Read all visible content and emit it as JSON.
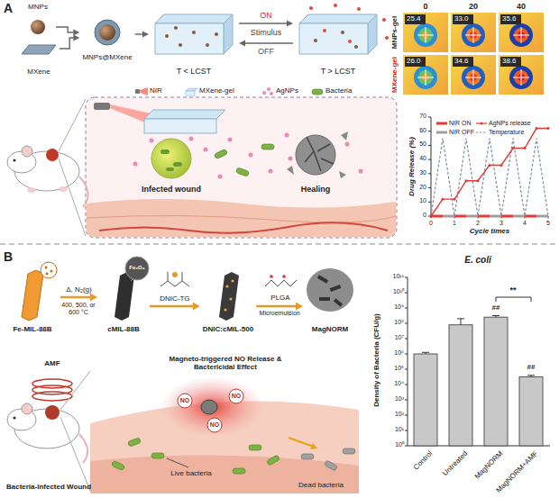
{
  "diagram": {
    "nodes": [
      {
        "text": [
          "MNPs"
        ]
      },
      {
        "text": [
          "MXene"
        ]
      },
      {
        "text": [
          "MNPs@MXene"
        ]
      },
      {
        "text": [
          "T < LCST"
        ]
      },
      {
        "text": [
          "T > LCST"
        ]
      },
      {
        "text": [
          "Fe-MIL-88B"
        ]
      },
      {
        "text": [
          "cMIL-88B"
        ]
      },
      {
        "text": [
          "DNIC:cMIL-500"
        ]
      },
      {
        "text": [
          "MagNORM"
        ]
      }
    ],
    "edges": [
      {
        "from": 0,
        "to": 2,
        "arrow": "to"
      },
      {
        "from": 1,
        "to": 2,
        "arrow": "to"
      },
      {
        "from": 2,
        "to": 3,
        "arrow": "to"
      },
      {
        "from": 3,
        "to": 4,
        "label": "ON",
        "arrow": "to"
      },
      {
        "from": 4,
        "to": 3,
        "label": "OFF",
        "arrow": "to"
      },
      {
        "from": 5,
        "to": 6,
        "label": "Δ, N₂(g)",
        "arrow": "to"
      },
      {
        "from": 6,
        "to": 7,
        "label": "DNIC-TG",
        "arrow": "to"
      },
      {
        "from": 7,
        "to": 8,
        "label": "Microemulsion",
        "arrow": "to"
      }
    ],
    "labels": [
      "A",
      "Stimulus",
      "0",
      "20",
      "40",
      "MNPs-gel",
      "MXene-gel",
      "25.4",
      "33.0",
      "35.6",
      "26.0",
      "34.6",
      "38.6",
      "Infected wound",
      "Healing",
      "Drug Release (%)",
      "Cycle times",
      "0",
      "10",
      "20",
      "30",
      "40",
      "50",
      "60",
      "70",
      "0",
      "1",
      "2",
      "3",
      "4",
      "5",
      "B",
      "400, 500, or 600 °C",
      "Fe₃O₄",
      "PLGA",
      "AMF",
      "Magneto-triggered NO Release & Bactericidal Effect",
      "NO",
      "NO",
      "NO",
      "Live bacteria",
      "Dead bacteria",
      "Bacteria-Infected Wound",
      "E. coli",
      "Density of Bacteria (CFU/g)",
      "10⁰",
      "10¹",
      "10²",
      "10³",
      "10⁴",
      "10⁵",
      "10⁶",
      "10⁷",
      "10⁸",
      "10⁹",
      "10¹⁰",
      "10¹¹",
      "Control",
      "Untreated",
      "MagNORM",
      "MagNORM+AMF",
      "##",
      "##",
      "**"
    ],
    "legend": [
      {
        "text": "NIR"
      },
      {
        "text": "MXene-gel"
      },
      {
        "text": "AgNPs"
      },
      {
        "text": "Bacteria"
      },
      {
        "text": "NIR ON"
      },
      {
        "text": "NIR OFF"
      },
      {
        "text": "AgNPs release"
      },
      {
        "text": "Temperature"
      }
    ]
  }
}
